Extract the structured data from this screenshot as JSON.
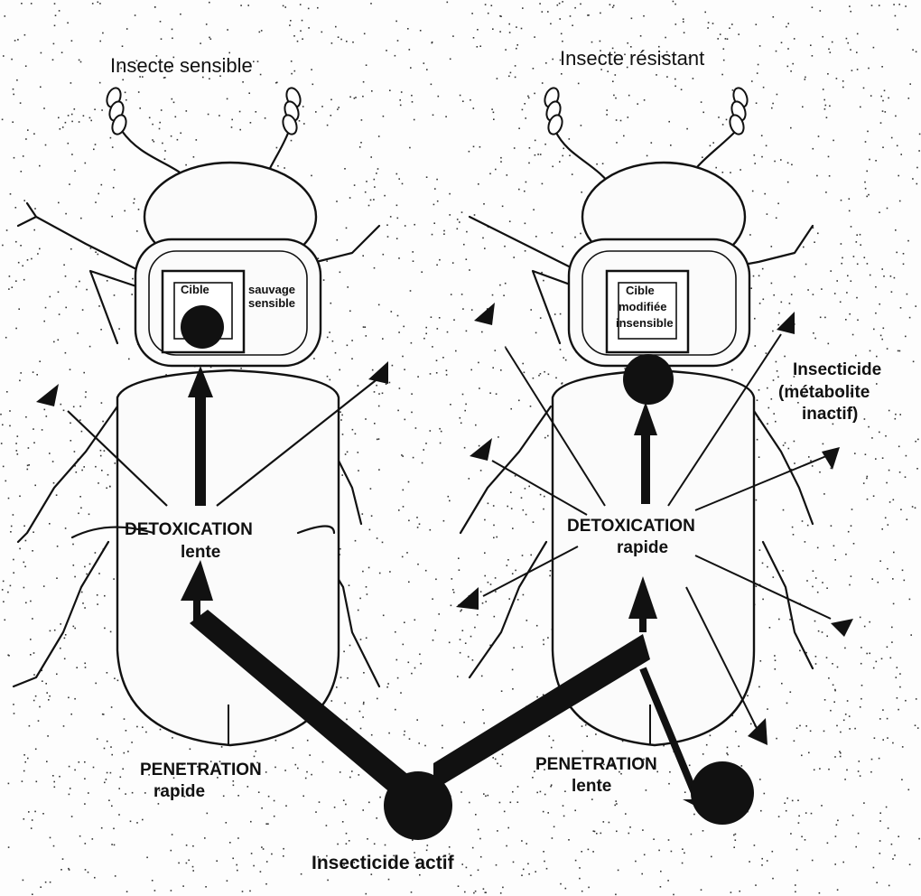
{
  "left": {
    "title": "Insecte sensible",
    "target_line1": "Cible",
    "target_line2": "sauvage",
    "target_line3": "sensible",
    "detox_line1": "DETOXICATION",
    "detox_line2": "lente",
    "penetration_line1": "PENETRATION",
    "penetration_line2": "rapide"
  },
  "right": {
    "title": "Insecte résistant",
    "target_line1": "Cible",
    "target_line2": "modifiée",
    "target_line3": "insensible",
    "detox_line1": "DETOXICATION",
    "detox_line2": "rapide",
    "penetration_line1": "PENETRATION",
    "penetration_line2": "lente",
    "metabolite_line1": "Insecticide",
    "metabolite_line2": "(métabolite",
    "metabolite_line3": "inactif)"
  },
  "source_label": "Insecticide actif",
  "colors": {
    "ink": "#111111",
    "paper": "#fdfdfd"
  }
}
